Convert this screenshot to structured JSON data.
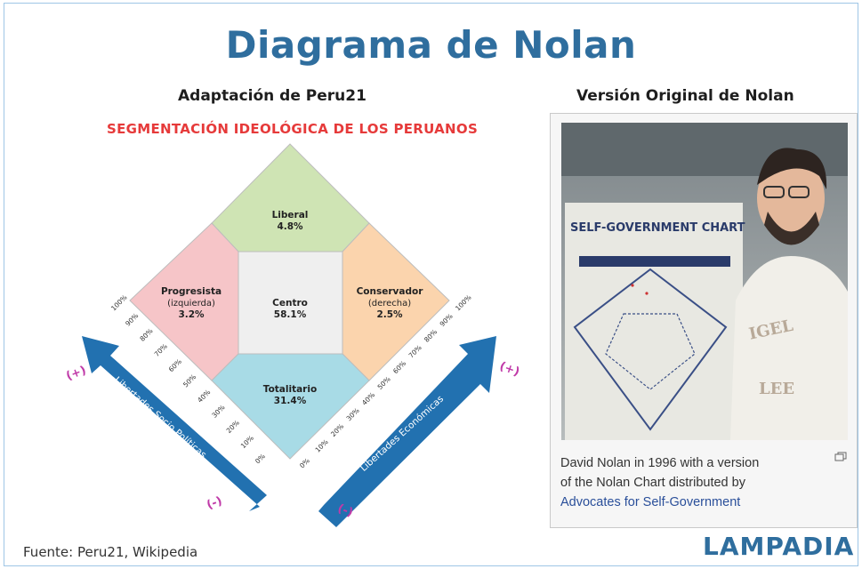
{
  "title": "Diagrama de Nolan",
  "left_panel": {
    "subtitle": "Adaptación de Peru21",
    "segment_title": "SEGMENTACIÓN IDEOLÓGICA DE LOS PERUANOS",
    "regions": {
      "liberal": {
        "name": "Liberal",
        "pct": "4.8%"
      },
      "progresista": {
        "name": "Progresista",
        "sub": "(izquierda)",
        "pct": "3.2%"
      },
      "centro": {
        "name": "Centro",
        "pct": "58.1%"
      },
      "conservador": {
        "name": "Conservador",
        "sub": "(derecha)",
        "pct": "2.5%"
      },
      "totalitario": {
        "name": "Totalitario",
        "pct": "31.4%"
      }
    },
    "axis_left": {
      "label": "Libertades Socio Políticas",
      "plus": "(+)",
      "minus": "(-)"
    },
    "axis_right": {
      "label": "Libertades Económicas",
      "plus": "(+)",
      "minus": "(-)"
    },
    "ticks": [
      "100%",
      "90%",
      "80%",
      "70%",
      "60%",
      "50%",
      "40%",
      "30%",
      "20%",
      "10%",
      "0%"
    ],
    "colors": {
      "liberal": "#cfe4b4",
      "progresista": "#f6c5c8",
      "centro": "#efefef",
      "conservador": "#fbd4ad",
      "totalitario": "#a8dbe6",
      "arrow": "#2271b0",
      "plus_minus": "#c03aa8"
    }
  },
  "right_panel": {
    "subtitle": "Versión Original de Nolan",
    "photo_chart_title": "SELF-GOVERNMENT CHART",
    "caption_lines": [
      "David Nolan in 1996 with a version",
      "of the Nolan Chart distributed by"
    ],
    "caption_link": "Advocates for Self-Government"
  },
  "footer": {
    "source": "Fuente: Peru21, Wikipedia",
    "brand": "LAMPADIA"
  }
}
